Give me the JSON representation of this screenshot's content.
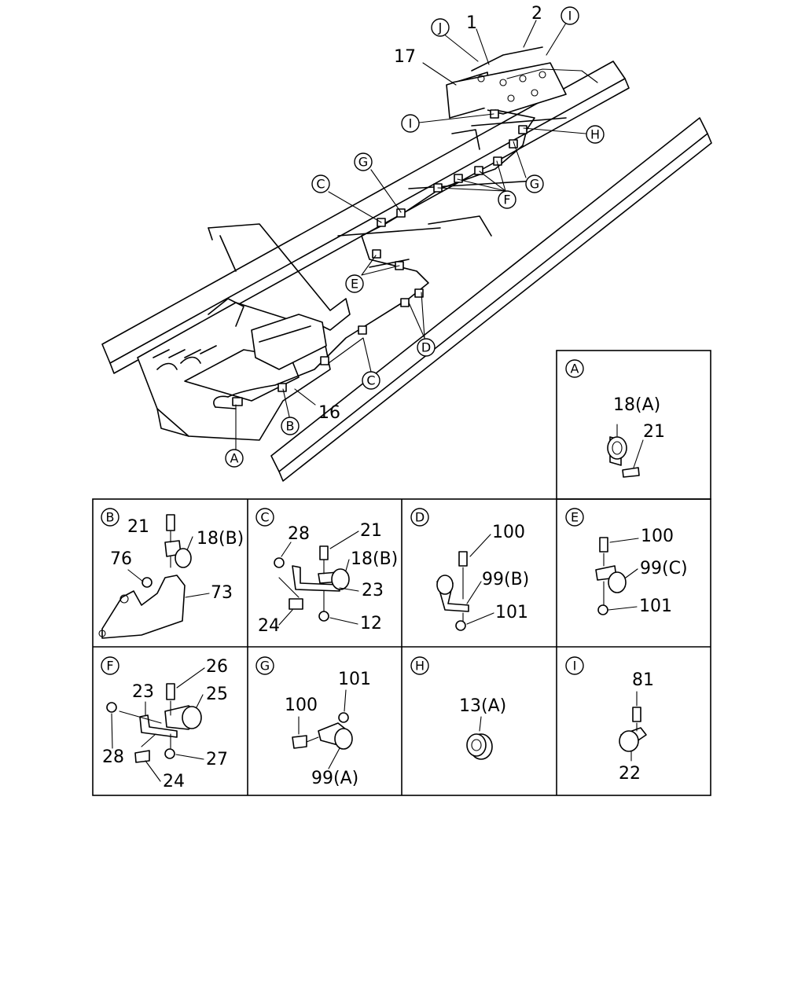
{
  "callouts": {
    "main": [
      "J",
      "I",
      "I",
      "H",
      "G",
      "G",
      "C",
      "F",
      "E",
      "D",
      "C",
      "B",
      "A"
    ],
    "detail": [
      "A",
      "B",
      "C",
      "D",
      "E",
      "F",
      "G",
      "H",
      "I"
    ]
  },
  "main_labels": [
    "1",
    "2",
    "17",
    "16"
  ],
  "details": {
    "A": [
      "18(A)",
      "21"
    ],
    "B": [
      "21",
      "18(B)",
      "76",
      "73"
    ],
    "C": [
      "28",
      "21",
      "18(B)",
      "23",
      "24",
      "12"
    ],
    "D": [
      "100",
      "99(B)",
      "101"
    ],
    "E": [
      "100",
      "99(C)",
      "101"
    ],
    "F": [
      "26",
      "23",
      "25",
      "28",
      "27",
      "24"
    ],
    "G": [
      "101",
      "100",
      "99(A)"
    ],
    "H": [
      "13(A)"
    ],
    "I": [
      "81",
      "22"
    ]
  }
}
